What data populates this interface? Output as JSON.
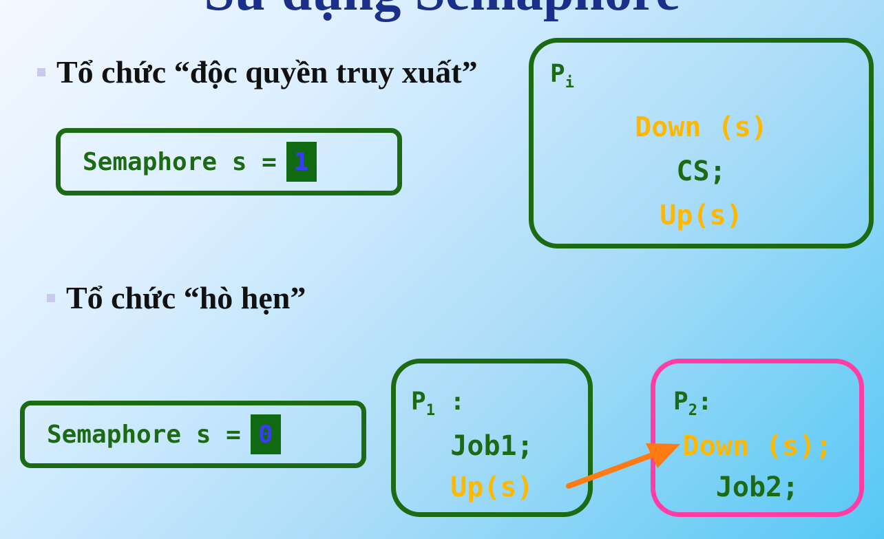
{
  "title": "Sử dụng Semaphore",
  "bullets": {
    "first": "Tổ chức “độc quyền truy xuất”",
    "second": "Tổ chức “hò hẹn”"
  },
  "semaphore_top": {
    "label": "Semaphore s =",
    "value": "1",
    "value_color": "#3a3aff"
  },
  "semaphore_bottom": {
    "label": "Semaphore s =",
    "value": "0",
    "value_color": "#3a3aff"
  },
  "pi_box": {
    "name": "P",
    "subscript": "i",
    "lines": [
      "Down (s)",
      "CS;",
      "Up(s)"
    ]
  },
  "p1_box": {
    "name": "P",
    "subscript": "1",
    "suffix": " :",
    "lines": [
      "Job1;",
      "Up(s)"
    ]
  },
  "p2_box": {
    "name": "P",
    "subscript": "2",
    "suffix": ":",
    "lines": [
      "Down (s);",
      "Job2;"
    ]
  },
  "colors": {
    "box_border": "#1d6a15",
    "p2_border": "#ff3ea5",
    "code_orange": "#ffb800",
    "arrow": "#ff7a12",
    "title": "#1a2f8a"
  }
}
